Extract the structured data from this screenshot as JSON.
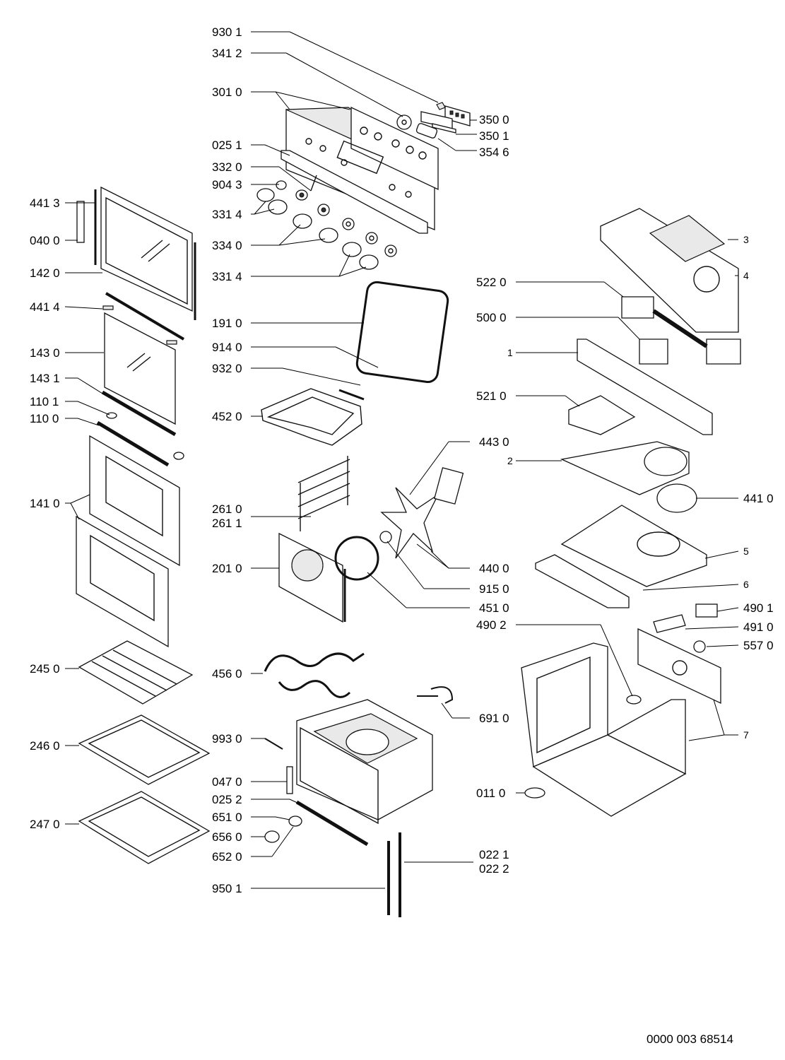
{
  "diagram_id": "0000 003 68514",
  "labels": {
    "l930_1": "930 1",
    "l341_2": "341 2",
    "l301_0": "301 0",
    "l025_1": "025 1",
    "l332_0": "332 0",
    "l904_3": "904 3",
    "l331_4a": "331 4",
    "l334_0": "334 0",
    "l331_4b": "331 4",
    "l191_0": "191 0",
    "l914_0": "914 0",
    "l932_0": "932 0",
    "l452_0": "452 0",
    "l261_0": "261 0",
    "l261_1": "261 1",
    "l201_0": "201 0",
    "l456_0": "456 0",
    "l993_0": "993 0",
    "l047_0": "047 0",
    "l025_2": "025 2",
    "l651_0": "651 0",
    "l656_0": "656 0",
    "l652_0": "652 0",
    "l950_1": "950 1",
    "l441_3": "441 3",
    "l040_0": "040 0",
    "l142_0": "142 0",
    "l441_4": "441 4",
    "l143_0": "143 0",
    "l143_1": "143 1",
    "l110_1": "110 1",
    "l110_0": "110 0",
    "l141_0": "141 0",
    "l245_0": "245 0",
    "l246_0": "246 0",
    "l247_0": "247 0",
    "l350_0": "350 0",
    "l350_1": "350 1",
    "l354_6": "354 6",
    "l443_0": "443 0",
    "l440_0": "440 0",
    "l915_0": "915 0",
    "l451_0": "451 0",
    "l490_2": "490 2",
    "l691_0": "691 0",
    "l022_1": "022 1",
    "l022_2": "022 2",
    "l011_0": "011 0",
    "l522_0": "522 0",
    "l500_0": "500 0",
    "l521_0": "521 0",
    "l441_0": "441 0",
    "l490_1": "490 1",
    "l491_0": "491 0",
    "l557_0": "557 0",
    "n1": "1",
    "n2": "2",
    "n3": "3",
    "n4": "4",
    "n5": "5",
    "n6": "6",
    "n7": "7"
  }
}
